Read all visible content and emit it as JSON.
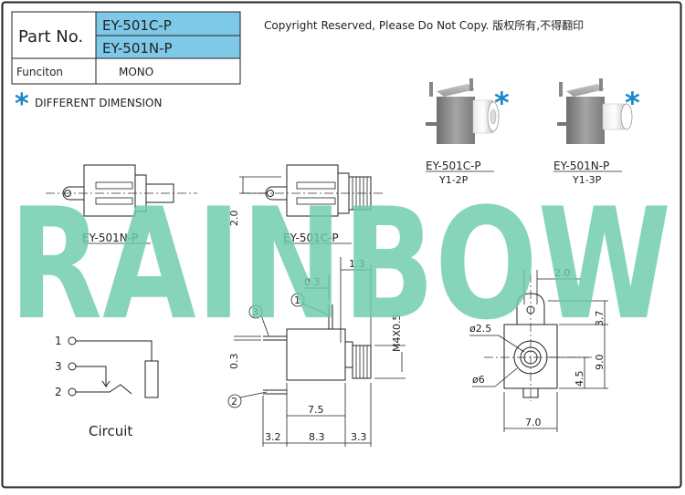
{
  "table": {
    "part_label": "Part No.",
    "part_1": "EY-501C-P",
    "part_2": "EY-501N-P",
    "function_label": "Funciton",
    "function_value": "MONO"
  },
  "copyright": "Copyright Reserved, Please Do Not Copy. 版权所有,不得翻印",
  "note": {
    "star": "*",
    "text": "DIFFERENT DIMENSION"
  },
  "photos": [
    {
      "label": "EY-501C-P",
      "sub": "Y1-2P",
      "star": "*"
    },
    {
      "label": "EY-501N-P",
      "sub": "Y1-3P",
      "star": "*"
    }
  ],
  "views": {
    "top_left_label": "EY-501N-P",
    "top_mid_label": "EY-501C-P",
    "dim_2_0": "2.0"
  },
  "side_view": {
    "d_0_3_top": "0.3",
    "d_1_3": "1.3",
    "d_m4": "M4X0.5",
    "d_0_3_side": "0.3",
    "d_7_5": "7.5",
    "d_3_2": "3.2",
    "d_8_3": "8.3",
    "d_3_3": "3.3",
    "pin_1": "1",
    "pin_2": "2",
    "pin_3": "3"
  },
  "front_view": {
    "d_2_0": "2.0",
    "d_3_7": "3.7",
    "d_phi_2_5": "ø2.5",
    "d_phi_6": "ø6",
    "d_9_0": "9.0",
    "d_4_5": "4.5",
    "d_7_0": "7.0"
  },
  "circuit": {
    "title": "Circuit",
    "n1": "1",
    "n2": "2",
    "n3": "3"
  },
  "watermark": "RAINBOW",
  "colors": {
    "table_fill": "#7ec8e8",
    "star": "#1a86c8",
    "watermark": "#6cccad",
    "border": "#222222"
  }
}
